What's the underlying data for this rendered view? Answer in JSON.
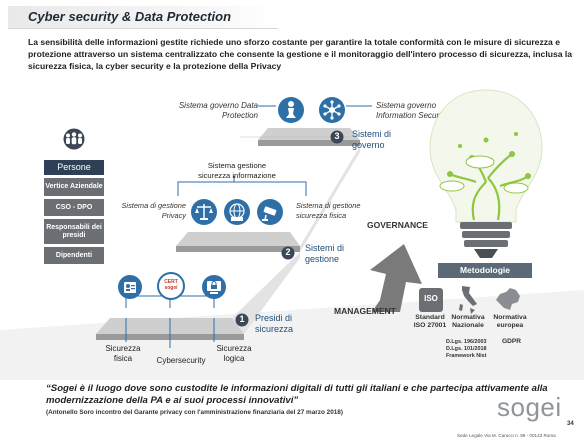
{
  "title": "Cyber security & Data Protection",
  "intro": "La sensibilità delle informazioni gestite richiede uno sforzo costante per garantire la totale conformità con le misure di sicurezza e protezione attraverso un sistema centralizzato che consente la gestione e il monitoraggio dell'intero processo di sicurezza, inclusa la sicurezza fisica, la cyber security e la protezione della Privacy",
  "persone": {
    "icon": "people-group-icon",
    "title": "Persone",
    "items": [
      "Vertice Aziendale",
      "CSO - DPO",
      "Responsabili dei presidi",
      "Dipendenti"
    ]
  },
  "levels": [
    {
      "number": "3",
      "label": "Sistemi di governo"
    },
    {
      "number": "2",
      "label": "Sistemi di gestione"
    },
    {
      "number": "1",
      "label": "Presidi di sicurezza"
    }
  ],
  "governo": {
    "left": "Sistema governo Data Protection",
    "right": "Sistema governo Information Security",
    "icons": [
      "chess-piece-icon",
      "network-hub-icon"
    ]
  },
  "gestione": {
    "top": "Sistema gestione sicurezza informazione",
    "left": "Sistema di gestione Privacy",
    "right": "Sistema di gestione sicurezza fisica",
    "icons": [
      "scales-icon",
      "iso-globe-icon",
      "cctv-camera-icon"
    ]
  },
  "presidi": {
    "labels": [
      "Sicurezza fisica",
      "Cybersecurity",
      "Sicurezza logica"
    ],
    "cert_label": "CERT sogei",
    "icons": [
      "badge-icon",
      "cert-sogei-icon",
      "lock-screen-icon"
    ]
  },
  "arrows": {
    "governance": "GOVERNANCE",
    "management": "MANAGEMENT"
  },
  "metodologie": {
    "title": "Metodologie",
    "items": [
      {
        "icon": "iso-icon",
        "badge": "ISO",
        "label": "Standard ISO 27001"
      },
      {
        "icon": "italy-map-icon",
        "label": "Normativa Nazionale"
      },
      {
        "icon": "europe-map-icon",
        "label": "Normativa europea"
      }
    ],
    "details": [
      "D.Lgs. 196/2003",
      "D.Lgs. 101/2018",
      "Framework Nist",
      "GDPR"
    ]
  },
  "quote": "“Sogei è il luogo dove sono custodite le informazioni digitali di tutti gli italiani e che partecipa attivamente alla modernizzazione della PA e ai suoi processi innovativi”",
  "quote_source": "(Antonello Soro incontro del Garante privacy con l'amministrazione finanziaria del 27 marzo 2018)",
  "logo": "sogei",
  "page_number": "34",
  "footer": "Sede Legale Via M. Carucci n. 99 - 00143 Roma",
  "colors": {
    "accent": "#1f4e79",
    "icon_blue": "#2e6fa7",
    "bulb_green": "#8dc63f",
    "grey_dark": "#5b6a76"
  }
}
